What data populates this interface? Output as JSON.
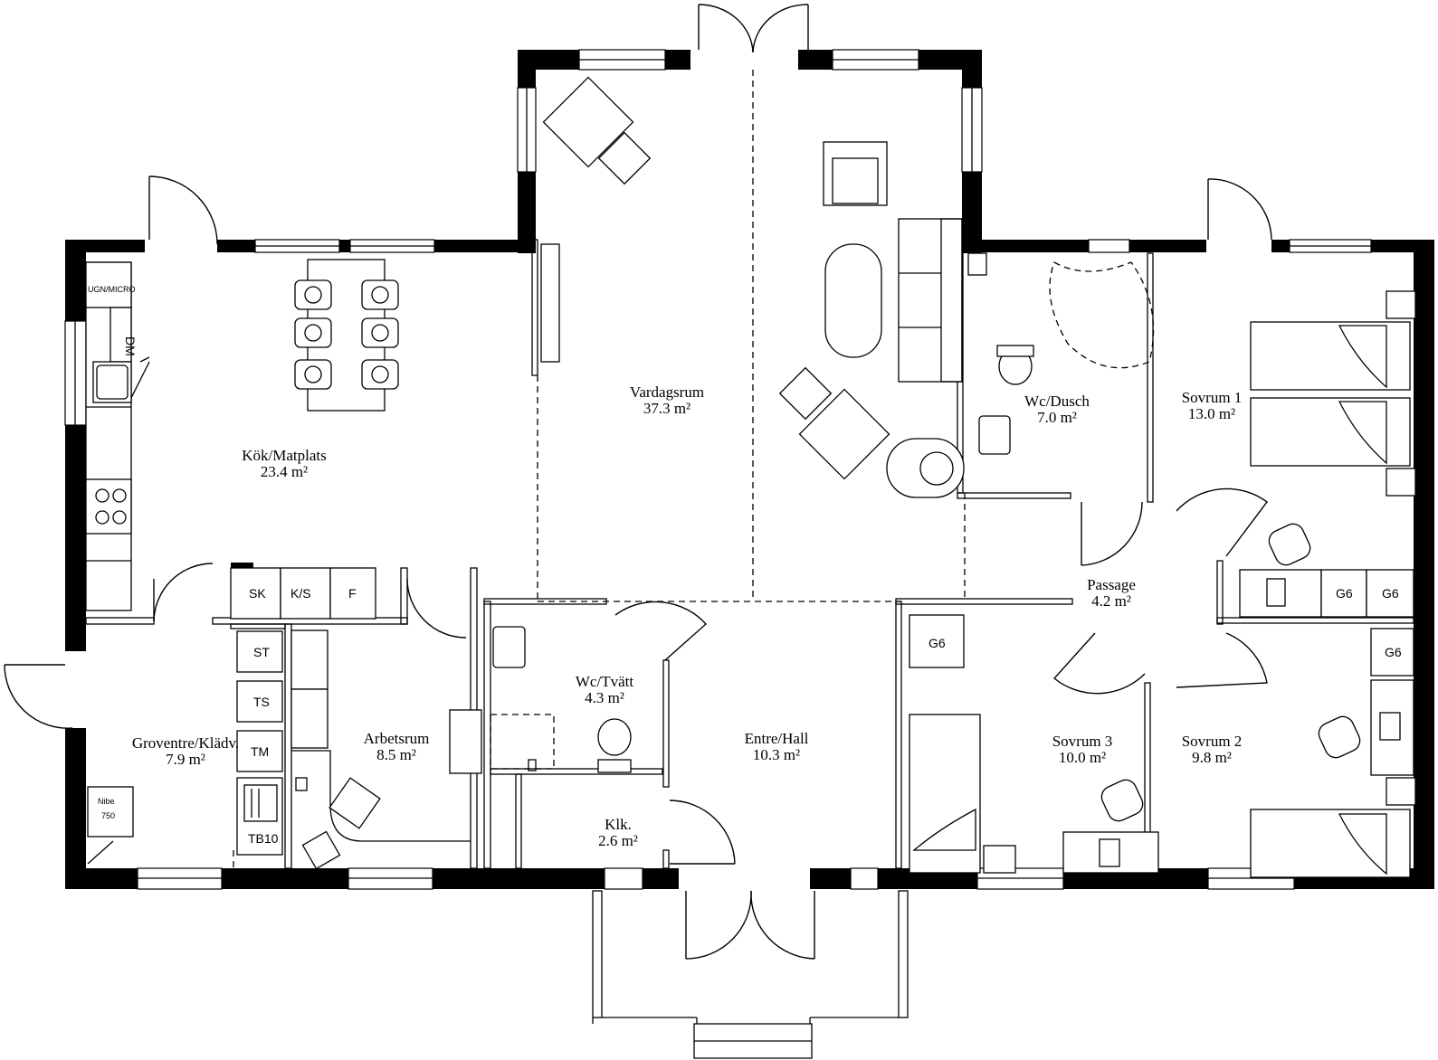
{
  "rooms": [
    {
      "id": "kok",
      "name": "Kök/Matplats",
      "area": "23.4 m²"
    },
    {
      "id": "vardagsrum",
      "name": "Vardagsrum",
      "area": "37.3 m²"
    },
    {
      "id": "wc-dusch",
      "name": "Wc/Dusch",
      "area": "7.0 m²"
    },
    {
      "id": "sovrum1",
      "name": "Sovrum 1",
      "area": "13.0 m²"
    },
    {
      "id": "passage",
      "name": "Passage",
      "area": "4.2 m²"
    },
    {
      "id": "wc-tvatt",
      "name": "Wc/Tvätt",
      "area": "4.3 m²"
    },
    {
      "id": "groventre",
      "name": "Groventre/Klädv.",
      "area": "7.9 m²"
    },
    {
      "id": "arbetsrum",
      "name": "Arbetsrum",
      "area": "8.5 m²"
    },
    {
      "id": "entre",
      "name": "Entre/Hall",
      "area": "10.3 m²"
    },
    {
      "id": "sovrum3",
      "name": "Sovrum 3",
      "area": "10.0 m²"
    },
    {
      "id": "sovrum2",
      "name": "Sovrum 2",
      "area": "9.8 m²"
    },
    {
      "id": "klk",
      "name": "Klk.",
      "area": "2.6 m²"
    }
  ],
  "fixtures": {
    "ugn_micro": "UGN/MICRO",
    "dm": "DM",
    "sk": "SK",
    "ks": "K/S",
    "f": "F",
    "st": "ST",
    "ts": "TS",
    "tm": "TM",
    "tb10": "TB10",
    "nibe": "Nibe",
    "nibe_model": "750",
    "g6_a": "G6",
    "g6_b": "G6",
    "g6_c": "G6",
    "g6_d": "G6"
  }
}
